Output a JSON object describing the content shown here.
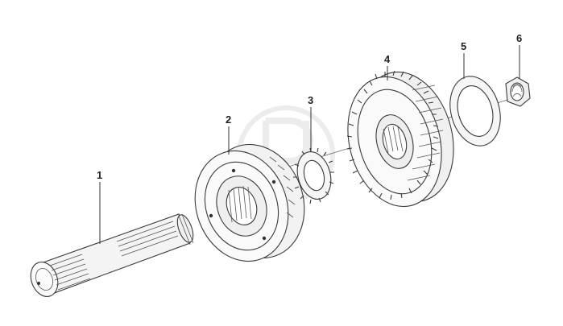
{
  "diagram": {
    "callouts": [
      {
        "id": "1",
        "text": "1"
      },
      {
        "id": "2",
        "text": "2"
      },
      {
        "id": "3",
        "text": "3"
      },
      {
        "id": "4",
        "text": "4"
      },
      {
        "id": "5",
        "text": "5"
      },
      {
        "id": "6",
        "text": "6"
      }
    ],
    "watermark": "logo"
  }
}
